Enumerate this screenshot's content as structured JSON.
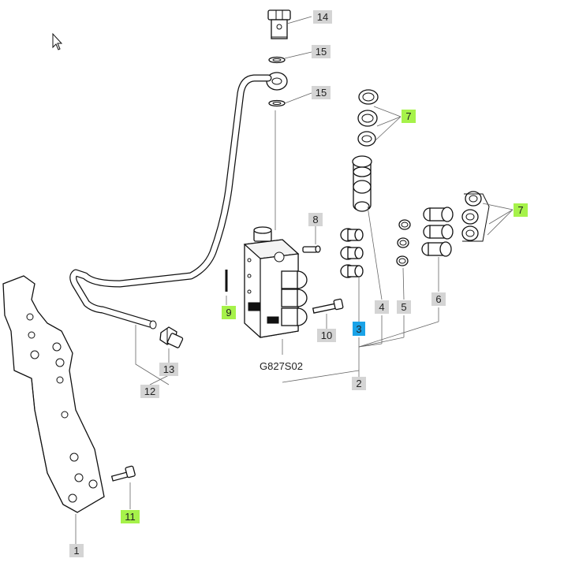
{
  "drawing_code": "G827S02",
  "colors": {
    "callout_default": "#d4d4d4",
    "callout_green": "#a6f24a",
    "callout_blue": "#1aa3e8",
    "line": "#111111",
    "leader": "#666666"
  },
  "callouts": [
    {
      "id": "c14",
      "label": "14",
      "style": "default"
    },
    {
      "id": "c15a",
      "label": "15",
      "style": "default"
    },
    {
      "id": "c15b",
      "label": "15",
      "style": "default"
    },
    {
      "id": "c7a",
      "label": "7",
      "style": "green"
    },
    {
      "id": "c7b",
      "label": "7",
      "style": "green"
    },
    {
      "id": "c8",
      "label": "8",
      "style": "default"
    },
    {
      "id": "c9",
      "label": "9",
      "style": "green"
    },
    {
      "id": "c10",
      "label": "10",
      "style": "default"
    },
    {
      "id": "c3",
      "label": "3",
      "style": "blue"
    },
    {
      "id": "c4",
      "label": "4",
      "style": "default"
    },
    {
      "id": "c5",
      "label": "5",
      "style": "default"
    },
    {
      "id": "c6",
      "label": "6",
      "style": "default"
    },
    {
      "id": "c2",
      "label": "2",
      "style": "default"
    },
    {
      "id": "c13",
      "label": "13",
      "style": "default"
    },
    {
      "id": "c12",
      "label": "12",
      "style": "default"
    },
    {
      "id": "c11",
      "label": "11",
      "style": "green"
    },
    {
      "id": "c1",
      "label": "1",
      "style": "default"
    }
  ],
  "icons": {
    "cursor": "mouse-pointer-icon"
  }
}
